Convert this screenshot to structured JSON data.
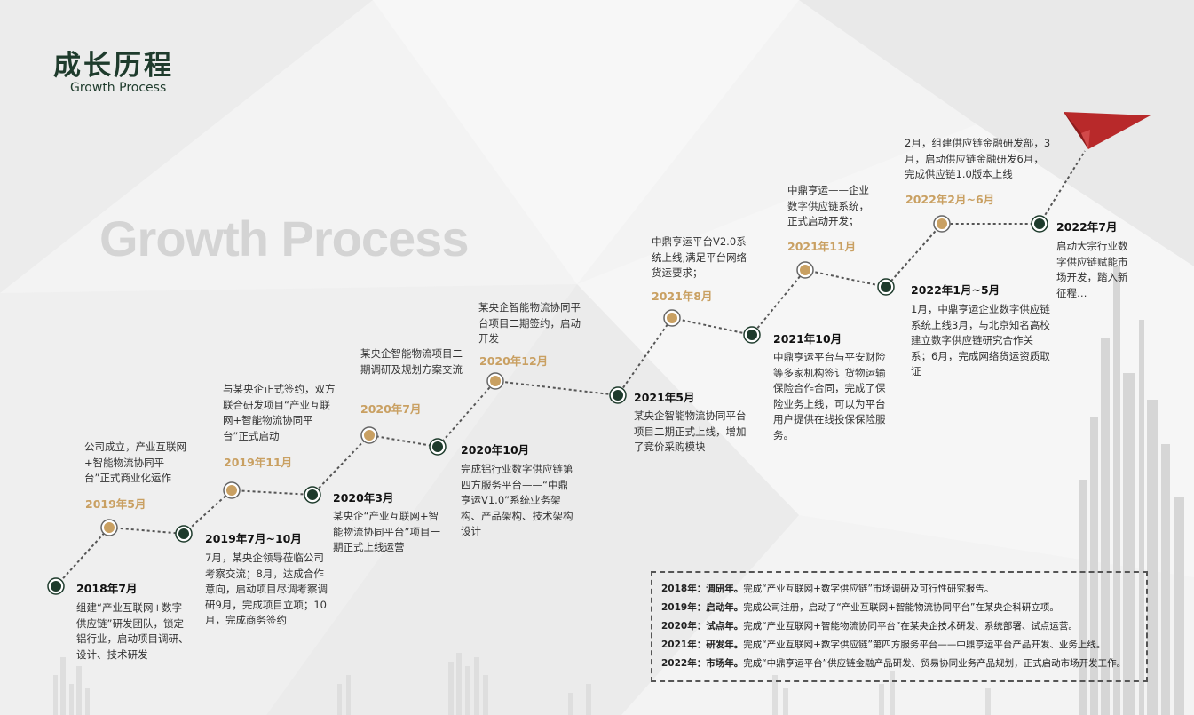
{
  "header": {
    "title": "成长历程",
    "subtitle": "Growth Process",
    "watermark": "Growth Process"
  },
  "timeline": [
    {
      "date": "2018年7月",
      "style": "dark",
      "text": "组建“产业互联网+数字供应链”研发团队，锁定铝行业，启动项目调研、设计、技术研发"
    },
    {
      "date": "2019年5月",
      "style": "gold",
      "text": "公司成立，产业互联网+智能物流协同平台”正式商业化运作"
    },
    {
      "date": "2019年7月~10月",
      "style": "dark",
      "text": "7月，某央企领导莅临公司考察交流；8月，达成合作意向，启动项目尽调考察调研9月，完成项目立项；10月，完成商务签约"
    },
    {
      "date": "2019年11月",
      "style": "gold",
      "text": "与某央企正式签约，双方联合研发项目“产业互联网+智能物流协同平台”正式启动"
    },
    {
      "date": "2020年3月",
      "style": "dark",
      "text": "某央企“产业互联网+智能物流协同平台”项目一期正式上线运营"
    },
    {
      "date": "2020年7月",
      "style": "gold",
      "text": "某央企智能物流项目二期调研及规划方案交流"
    },
    {
      "date": "2020年10月",
      "style": "dark",
      "text": "完成铝行业数字供应链第四方服务平台——“中鼎亨运V1.0”系统业务架构、产品架构、技术架构设计"
    },
    {
      "date": "2020年12月",
      "style": "gold",
      "text": "某央企智能物流协同平台项目二期签约，启动开发"
    },
    {
      "date": "2021年5月",
      "style": "dark",
      "text": "某央企智能物流协同平台项目二期正式上线，增加了竞价采购模块"
    },
    {
      "date": "2021年8月",
      "style": "gold",
      "text": "中鼎亨运平台V2.0系统上线,满足平台网络货运要求；"
    },
    {
      "date": "2021年10月",
      "style": "dark",
      "text": "中鼎亨运平台与平安财险等多家机构签订货物运输保险合作合同，完成了保险业务上线，可以为平台用户提供在线投保保险服务。"
    },
    {
      "date": "2021年11月",
      "style": "gold",
      "text": "中鼎亨运——企业数字供应链系统，正式启动开发；"
    },
    {
      "date": "2022年1月~5月",
      "style": "dark",
      "text": "1月，中鼎亨运企业数字供应链系统上线3月，与北京知名高校建立数字供应链研究合作关系；6月，完成网络货运资质取证"
    },
    {
      "date": "2022年2月~6月",
      "style": "gold",
      "text": "2月，组建供应链金融研发部，3月，启动供应链金融研发6月，完成供应链1.0版本上线"
    },
    {
      "date": "2022年7月",
      "style": "dark",
      "text": "启动大宗行业数字供应链赋能市场开发，踏入新征程…"
    }
  ],
  "summary": [
    {
      "year": "2018年：",
      "stage": "调研年。",
      "text": "完成“产业互联网+数字供应链”市场调研及可行性研究报告。"
    },
    {
      "year": "2019年：",
      "stage": "启动年。",
      "text": "完成公司注册，启动了“产业互联网+智能物流协同平台”在某央企科研立项。"
    },
    {
      "year": "2020年：",
      "stage": "试点年。",
      "text": "完成“产业互联网+智能物流协同平台”在某央企技术研发、系统部署、试点运营。"
    },
    {
      "year": "2021年：",
      "stage": "研发年。",
      "text": "完成“产业互联网+数字供应链”第四方服务平台——中鼎亨运平台产品开发、业务上线。"
    },
    {
      "year": "2022年：",
      "stage": "市场年。",
      "text": "完成“中鼎亨运平台”供应链金融产品研发、贸易协同业务产品规划，正式启动市场开发工作。"
    }
  ],
  "colors": {
    "dark": "#1e3b2c",
    "gold": "#c9a062",
    "arrow": "#b8292a"
  }
}
